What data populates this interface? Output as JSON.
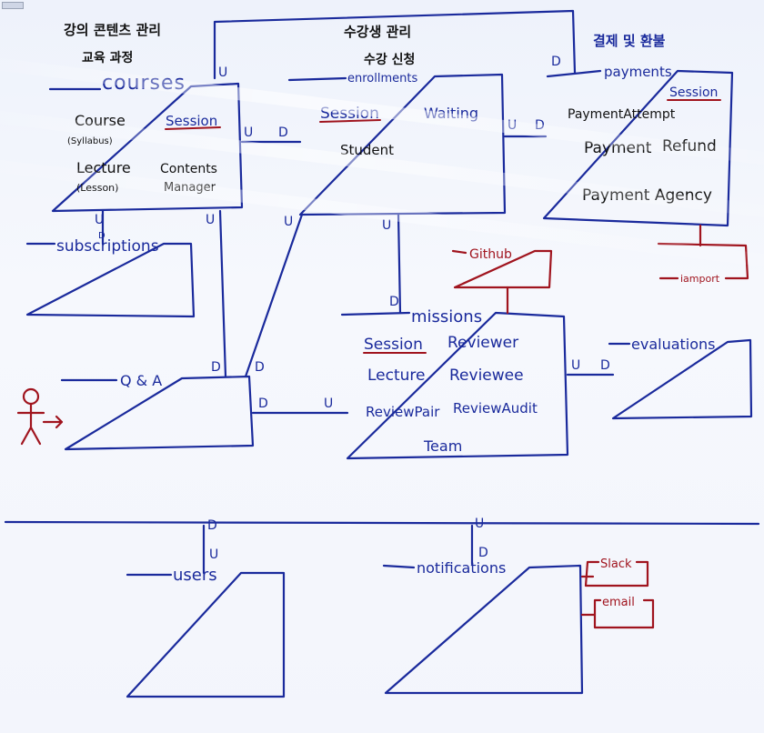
{
  "colors": {
    "blue": "#1a2a9c",
    "black": "#111111",
    "red": "#a0141e"
  },
  "headings": {
    "course_mgmt": "강의 콘텐츠 관리",
    "curriculum": "교육 과정",
    "enroll_mgmt": "수강생 관리",
    "enroll_apply": "수강 신청",
    "payment_refund": "결제 및 환불"
  },
  "boxes": {
    "courses": {
      "title": "courses",
      "items": [
        "Course",
        "(Syllabus)",
        "Session",
        "Lecture",
        "(Lesson)",
        "Contents",
        "Manager"
      ]
    },
    "subscriptions": {
      "title": "subscriptions"
    },
    "enrollments": {
      "title": "enrollments",
      "items": [
        "Session",
        "Waiting",
        "Student"
      ]
    },
    "payments": {
      "title": "payments",
      "items": [
        "Session",
        "PaymentAttempt",
        "Payment",
        "Refund",
        "Payment Agency"
      ]
    },
    "iamport": {
      "title": "iamport"
    },
    "github": {
      "title": "Github"
    },
    "missions": {
      "title": "missions",
      "items": [
        "Session",
        "Reviewer",
        "Lecture",
        "Reviewee",
        "ReviewPair",
        "ReviewAudit",
        "Team"
      ]
    },
    "evaluations": {
      "title": "evaluations"
    },
    "qa": {
      "title": "Q & A"
    },
    "users": {
      "title": "users"
    },
    "notifications": {
      "title": "notifications"
    },
    "slack": {
      "title": "Slack"
    },
    "email": {
      "title": "email"
    }
  },
  "marks": {
    "upstream": "U",
    "downstream": "D"
  }
}
